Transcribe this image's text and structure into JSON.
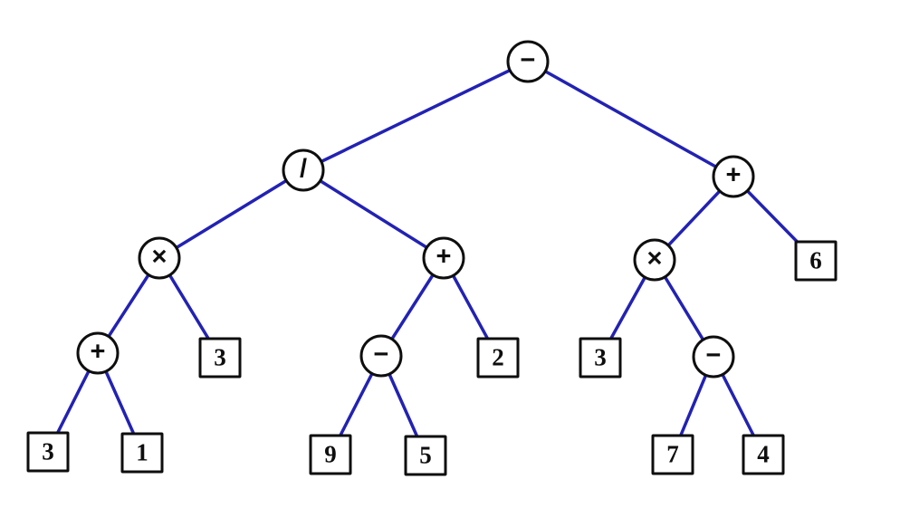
{
  "diagram": {
    "kind": "binary-expression-tree",
    "colors": {
      "edge": "#2222b4",
      "node_outline": "#0e0e0e",
      "background": "#ffffff"
    }
  },
  "tree": {
    "root": {
      "kind": "operator",
      "value": "−",
      "left": {
        "kind": "operator",
        "value": "/",
        "left": {
          "kind": "operator",
          "value": "×",
          "left": {
            "kind": "operator",
            "value": "+",
            "left": {
              "kind": "operand",
              "value": "3"
            },
            "right": {
              "kind": "operand",
              "value": "1"
            }
          },
          "right": {
            "kind": "operand",
            "value": "3"
          }
        },
        "right": {
          "kind": "operator",
          "value": "+",
          "left": {
            "kind": "operator",
            "value": "−",
            "left": {
              "kind": "operand",
              "value": "9"
            },
            "right": {
              "kind": "operand",
              "value": "5"
            }
          },
          "right": {
            "kind": "operand",
            "value": "2"
          }
        }
      },
      "right": {
        "kind": "operator",
        "value": "+",
        "left": {
          "kind": "operator",
          "value": "×",
          "left": {
            "kind": "operand",
            "value": "3"
          },
          "right": {
            "kind": "operator",
            "value": "−",
            "left": {
              "kind": "operand",
              "value": "7"
            },
            "right": {
              "kind": "operand",
              "value": "4"
            }
          }
        },
        "right": {
          "kind": "operand",
          "value": "6"
        }
      }
    }
  }
}
